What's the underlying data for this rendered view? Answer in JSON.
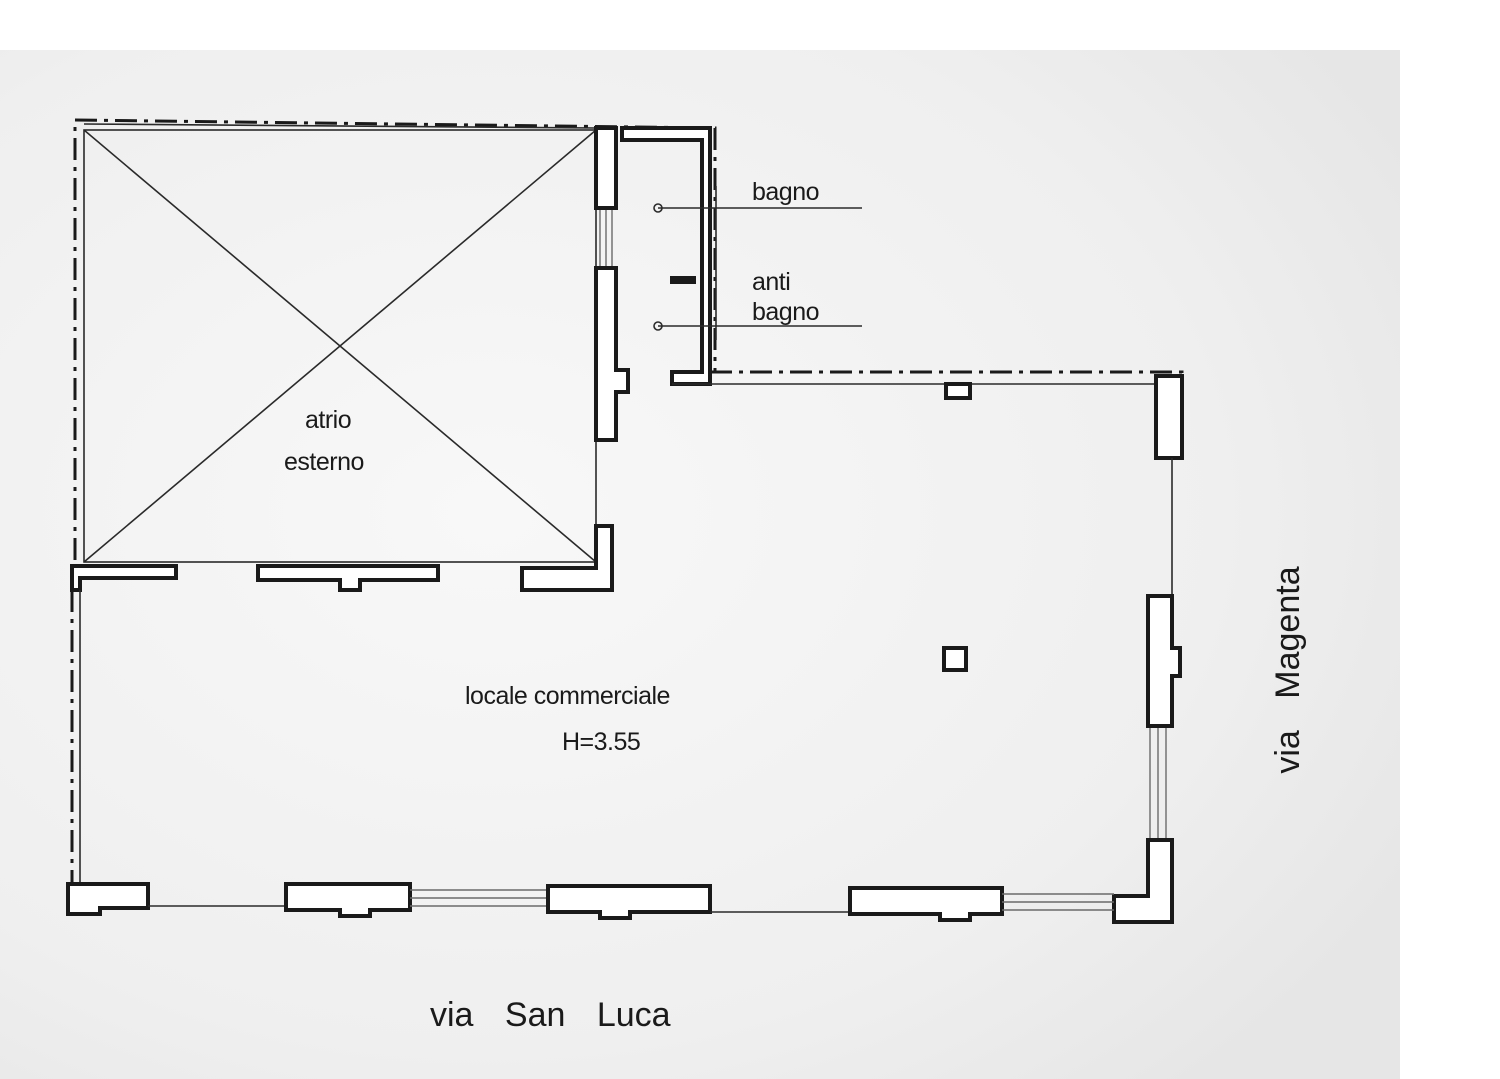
{
  "plan": {
    "colors": {
      "paper": "#f1f1f1",
      "line": "#1a1a1a",
      "window": "#6a6a6a"
    },
    "rooms": {
      "bagno": "bagno",
      "anti_line1": "anti",
      "anti_line2": "bagno",
      "atrio_line1": "atrio",
      "atrio_line2": "esterno",
      "locale_line1": "locale commerciale",
      "locale_line2": "H=3.55"
    },
    "streets": {
      "bottom": "via San Luca",
      "right": "via Magenta"
    }
  }
}
